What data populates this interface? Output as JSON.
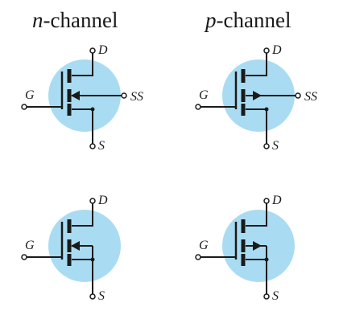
{
  "headings": {
    "n": {
      "prefix": "n",
      "suffix": "-channel"
    },
    "p": {
      "prefix": "p",
      "suffix": "-channel"
    }
  },
  "labels": {
    "gate": "G",
    "drain": "D",
    "source": "S",
    "substrate": "SS"
  },
  "colors": {
    "body": "#a9dcf2",
    "line": "#1a1a1a",
    "background": "#ffffff"
  },
  "symbols": [
    {
      "id": "n-4terminal",
      "channel": "n",
      "substrate_terminal": true,
      "arrow": "inward"
    },
    {
      "id": "p-4terminal",
      "channel": "p",
      "substrate_terminal": true,
      "arrow": "outward"
    },
    {
      "id": "n-3terminal",
      "channel": "n",
      "substrate_terminal": false,
      "arrow": "inward"
    },
    {
      "id": "p-3terminal",
      "channel": "p",
      "substrate_terminal": false,
      "arrow": "outward"
    }
  ]
}
